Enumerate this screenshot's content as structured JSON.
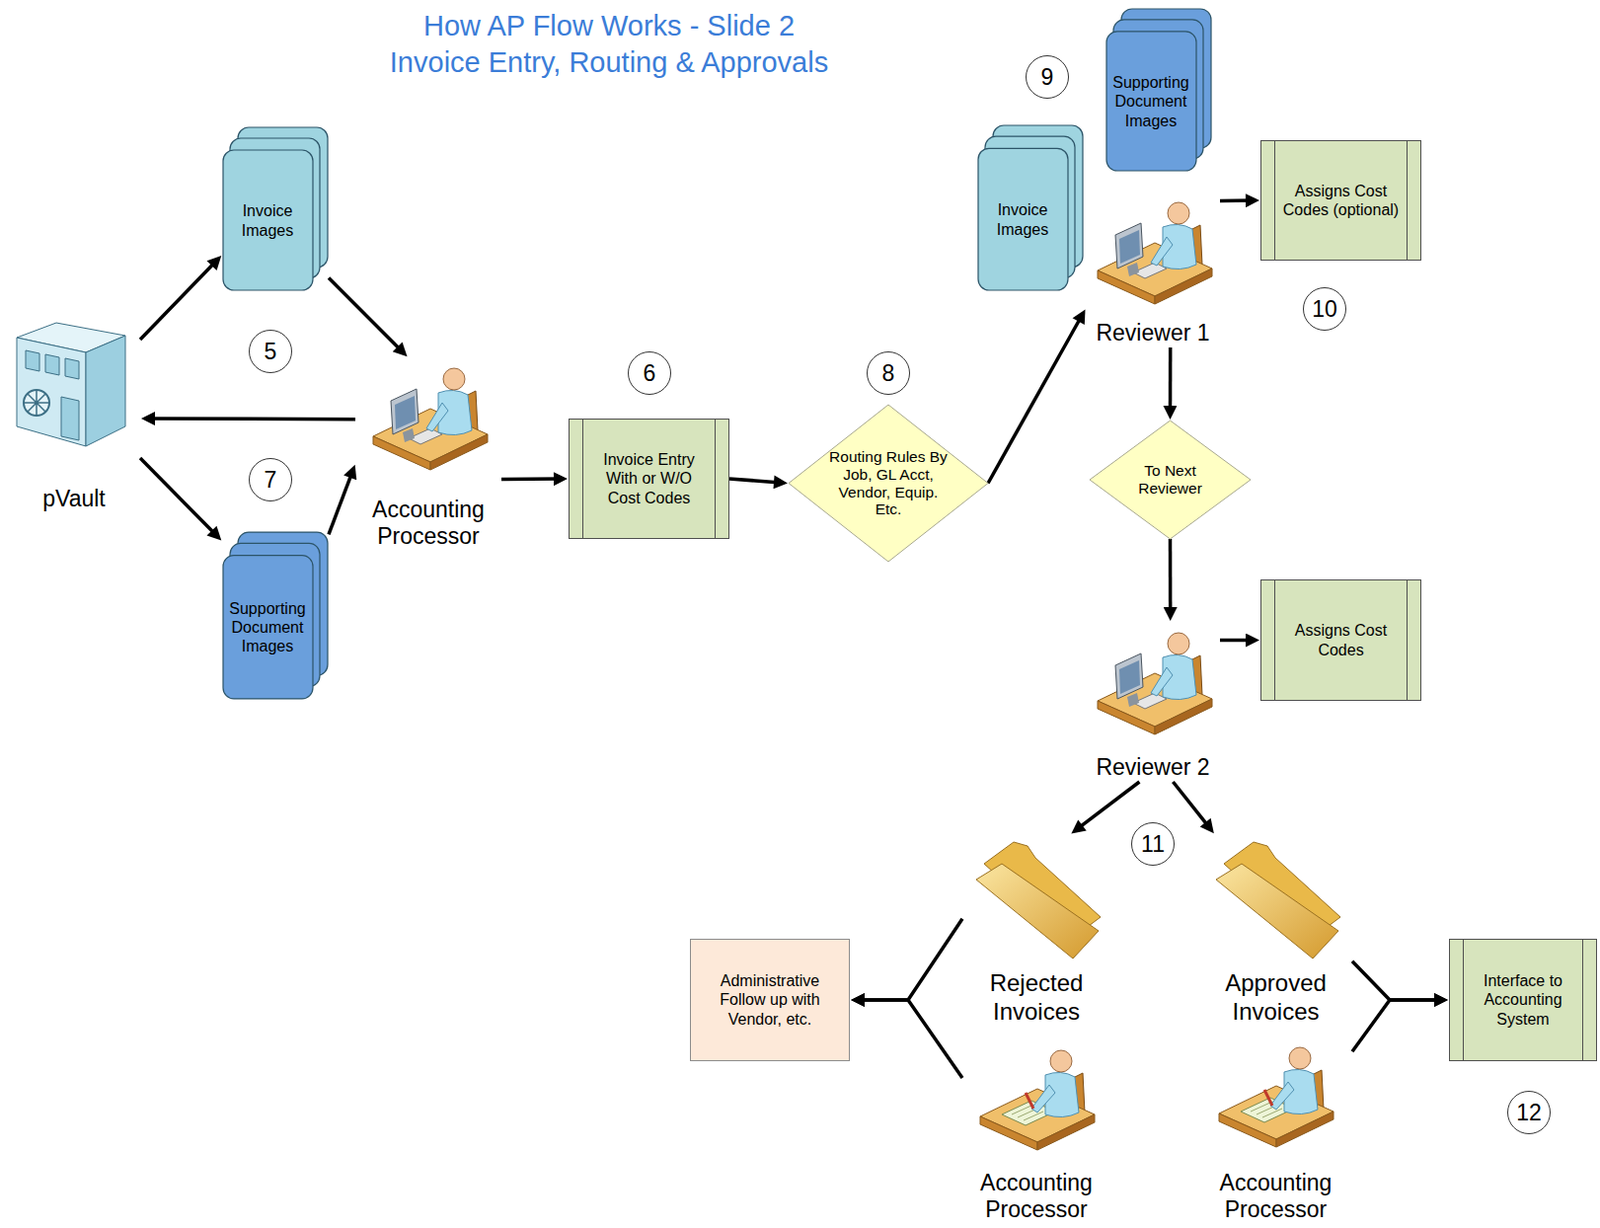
{
  "diagram": {
    "title": "How AP Flow Works - Slide 2 Invoice Entry, Routing & Approvals",
    "nodes": [
      {
        "text": [
          "pVault"
        ]
      },
      {
        "text": [
          "Invoice Images"
        ]
      },
      {
        "text": [
          "Supporting Document Images"
        ]
      },
      {
        "text": [
          "Accounting Processor"
        ]
      },
      {
        "text": [
          "Invoice Entry With or W/O Cost Codes"
        ]
      },
      {
        "text": [
          "Routing Rules By Job, GL Acct, Vendor, Equip. Etc."
        ]
      },
      {
        "text": [
          "Invoice Images"
        ]
      },
      {
        "text": [
          "Supporting Document Images"
        ]
      },
      {
        "text": [
          "Reviewer 1"
        ]
      },
      {
        "text": [
          "Assigns Cost Codes (optional)"
        ]
      },
      {
        "text": [
          "To Next Reviewer"
        ]
      },
      {
        "text": [
          "Reviewer 2"
        ]
      },
      {
        "text": [
          "Assigns Cost Codes"
        ]
      },
      {
        "text": [
          "Rejected Invoices"
        ]
      },
      {
        "text": [
          "Approved Invoices"
        ]
      },
      {
        "text": [
          "Administrative Follow up with Vendor, etc."
        ]
      },
      {
        "text": [
          "Accounting Processor"
        ]
      },
      {
        "text": [
          "Accounting Processor"
        ]
      },
      {
        "text": [
          "Interface to Accounting System"
        ]
      }
    ],
    "edges": [
      {
        "from": 0,
        "to": 1,
        "arrow": "to"
      },
      {
        "from": 1,
        "to": 3,
        "arrow": "to"
      },
      {
        "from": 3,
        "to": 0,
        "arrow": "to"
      },
      {
        "from": 0,
        "to": 2,
        "arrow": "to"
      },
      {
        "from": 2,
        "to": 3,
        "arrow": "to"
      },
      {
        "from": 3,
        "to": 4,
        "arrow": "to"
      },
      {
        "from": 4,
        "to": 5,
        "arrow": "to"
      },
      {
        "from": 5,
        "to": 8,
        "arrow": "to"
      },
      {
        "from": 8,
        "to": 9,
        "arrow": "to"
      },
      {
        "from": 8,
        "to": 10,
        "arrow": "to"
      },
      {
        "from": 10,
        "to": 11,
        "arrow": "to"
      },
      {
        "from": 11,
        "to": 12,
        "arrow": "to"
      },
      {
        "from": 11,
        "to": 13,
        "arrow": "to"
      },
      {
        "from": 11,
        "to": 14,
        "arrow": "to"
      },
      {
        "from": 13,
        "to": 15,
        "arrow": "to"
      },
      {
        "from": 16,
        "to": 15,
        "arrow": "to"
      },
      {
        "from": 14,
        "to": 18,
        "arrow": "to"
      },
      {
        "from": 17,
        "to": 18,
        "arrow": "to"
      }
    ],
    "labels": [
      "5",
      "7",
      "6",
      "8",
      "9",
      "10",
      "11",
      "12"
    ]
  }
}
